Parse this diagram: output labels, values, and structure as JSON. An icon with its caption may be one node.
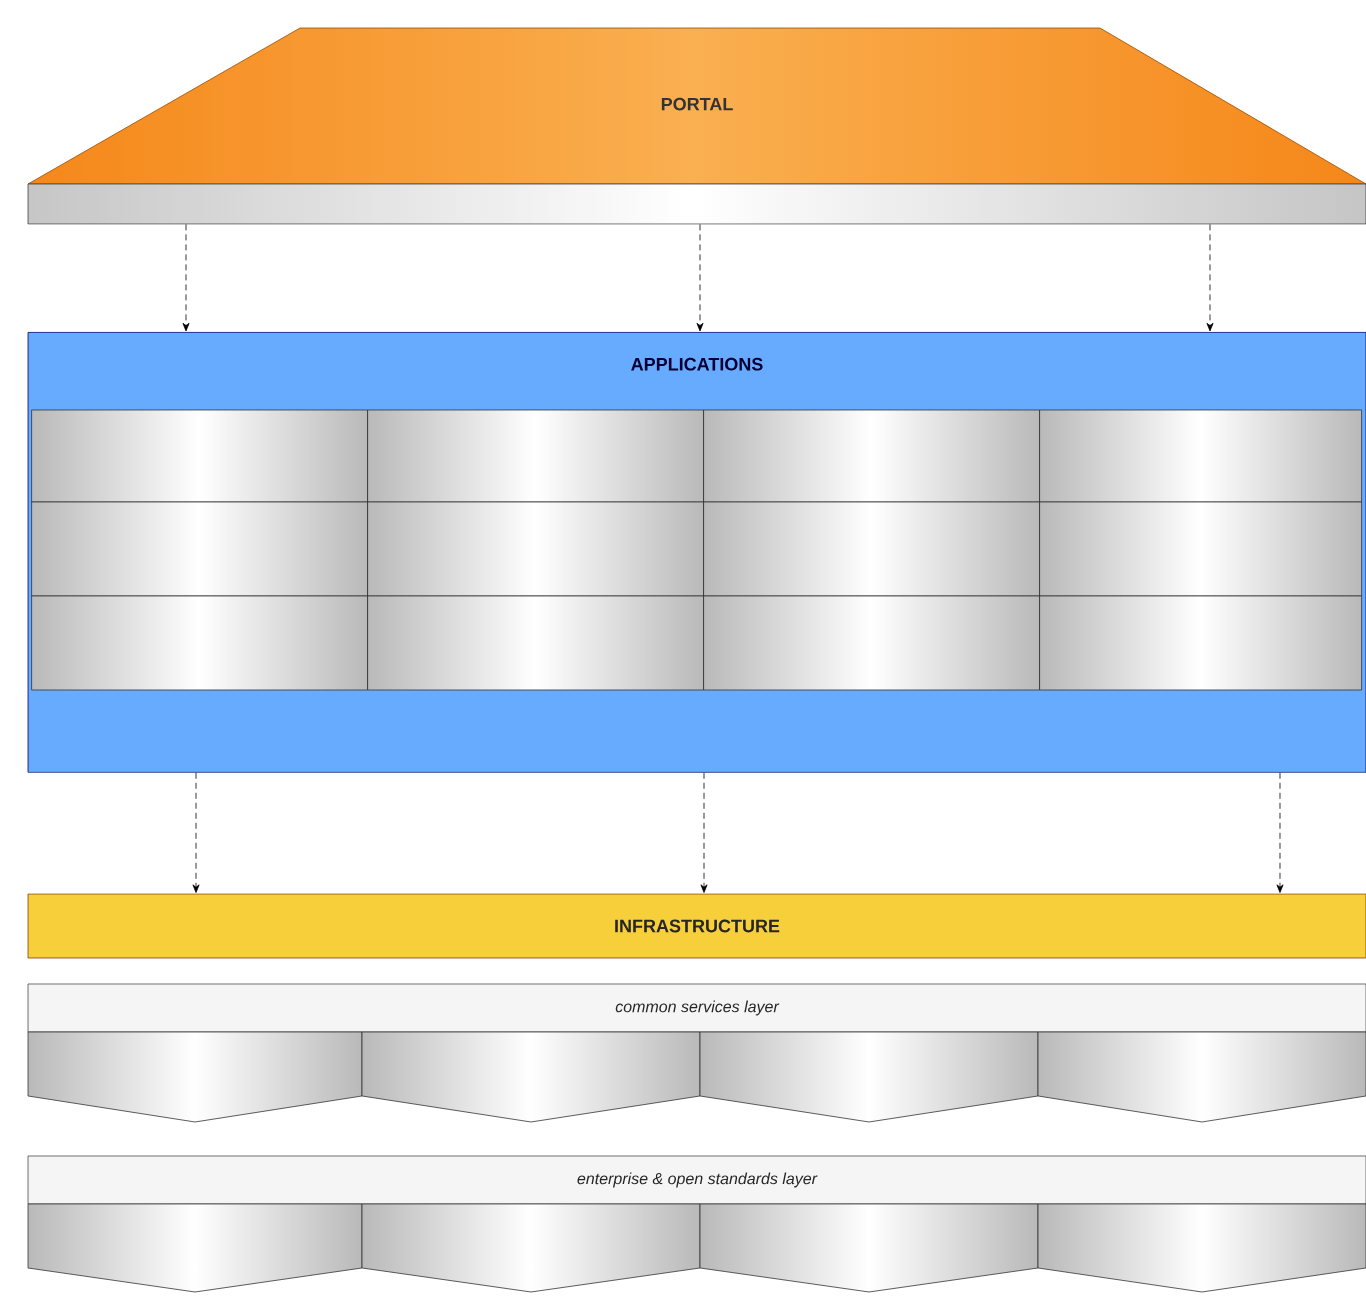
{
  "diagram": {
    "nodes": [
      {
        "text": [
          "PORTAL"
        ]
      },
      {
        "text": [
          "APPLICATIONS"
        ]
      },
      {
        "text": [],
        "shape": "box",
        "in": 1
      },
      {
        "text": [],
        "shape": "box",
        "in": 1
      },
      {
        "text": [],
        "shape": "box",
        "in": 1
      },
      {
        "text": [],
        "shape": "box",
        "in": 1
      },
      {
        "text": [],
        "shape": "box",
        "in": 1
      },
      {
        "text": [],
        "shape": "box",
        "in": 1
      },
      {
        "text": [],
        "shape": "box",
        "in": 1
      },
      {
        "text": [],
        "shape": "box",
        "in": 1
      },
      {
        "text": [],
        "shape": "box",
        "in": 1
      },
      {
        "text": [],
        "shape": "box",
        "in": 1
      },
      {
        "text": [],
        "shape": "box",
        "in": 1
      },
      {
        "text": [],
        "shape": "box",
        "in": 1
      },
      {
        "text": [
          "INFRASTRUCTURE"
        ]
      },
      {
        "text": [
          "common services layer"
        ]
      },
      {
        "text": [],
        "shape": "chevron"
      },
      {
        "text": [],
        "shape": "chevron"
      },
      {
        "text": [],
        "shape": "chevron"
      },
      {
        "text": [],
        "shape": "chevron"
      },
      {
        "text": [
          "enterprise & open standards layer"
        ]
      },
      {
        "text": [],
        "shape": "chevron"
      },
      {
        "text": [],
        "shape": "chevron"
      },
      {
        "text": [],
        "shape": "chevron"
      },
      {
        "text": [],
        "shape": "chevron"
      }
    ],
    "edges": [
      {
        "from": 0,
        "to": 1,
        "arrow": "to",
        "style": "dashed"
      },
      {
        "from": 0,
        "to": 1,
        "arrow": "to",
        "style": "dashed"
      },
      {
        "from": 0,
        "to": 1,
        "arrow": "to",
        "style": "dashed"
      },
      {
        "from": 1,
        "to": 14,
        "arrow": "to",
        "style": "dashed"
      },
      {
        "from": 1,
        "to": 14,
        "arrow": "to",
        "style": "dashed"
      },
      {
        "from": 1,
        "to": 14,
        "arrow": "to",
        "style": "dashed"
      }
    ]
  }
}
